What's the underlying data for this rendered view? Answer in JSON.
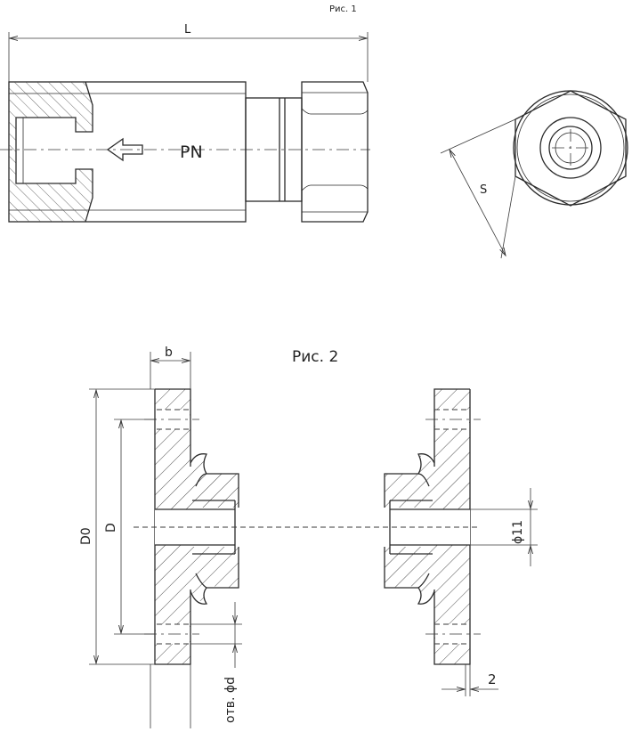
{
  "figure1": {
    "caption": "Рис. 1",
    "dim_L": "L",
    "marking": "PN",
    "dim_S": "S"
  },
  "figure2": {
    "caption": "Рис. 2",
    "dim_b": "b",
    "dim_D0": "D0",
    "dim_D": "D",
    "dim_hole": "отв. ϕd",
    "dim_bore": "ϕ11",
    "dim_two": "2"
  }
}
